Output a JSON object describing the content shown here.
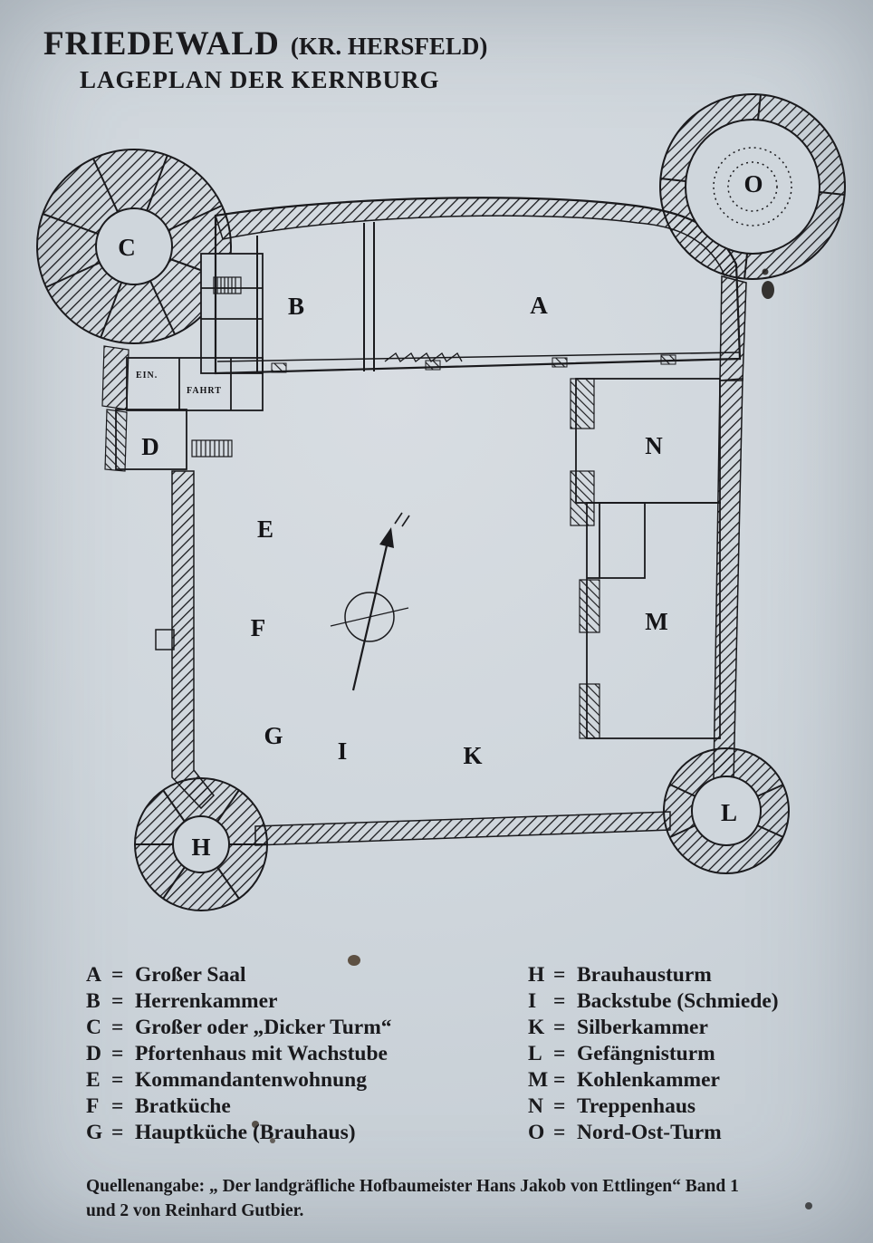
{
  "title": {
    "main": "FRIEDEWALD",
    "region": "(KR. HERSFELD)",
    "subtitle": "LAGEPLAN DER KERNBURG"
  },
  "plan": {
    "labels": [
      "A",
      "B",
      "C",
      "D",
      "E",
      "F",
      "G",
      "H",
      "I",
      "K",
      "L",
      "M",
      "N",
      "O"
    ],
    "small_texts": [
      "EIN.",
      "FAHRT"
    ]
  },
  "legend": {
    "separator": "=",
    "left": [
      {
        "key": "A",
        "value": "Großer Saal"
      },
      {
        "key": "B",
        "value": "Herrenkammer"
      },
      {
        "key": "C",
        "value": "Großer oder „Dicker Turm“"
      },
      {
        "key": "D",
        "value": "Pfortenhaus mit Wachstube"
      },
      {
        "key": "E",
        "value": "Kommandantenwohnung"
      },
      {
        "key": "F",
        "value": "Bratküche"
      },
      {
        "key": "G",
        "value": "Hauptküche (Brauhaus)"
      }
    ],
    "right": [
      {
        "key": "H",
        "value": "Brauhausturm"
      },
      {
        "key": "I",
        "value": "Backstube (Schmiede)"
      },
      {
        "key": "K",
        "value": "Silberkammer"
      },
      {
        "key": "L",
        "value": "Gefängnisturm"
      },
      {
        "key": "M",
        "value": "Kohlenkammer"
      },
      {
        "key": "N",
        "value": "Treppenhaus"
      },
      {
        "key": "O",
        "value": "Nord-Ost-Turm"
      }
    ]
  },
  "source": {
    "line1": "Quellenangabe: „ Der landgräfliche Hofbaumeister Hans Jakob von Ettlingen“ Band 1",
    "line2": "und 2 von Reinhard Gutbier."
  },
  "colors": {
    "background": "#ccd4da",
    "ink": "#1a1a1d"
  }
}
